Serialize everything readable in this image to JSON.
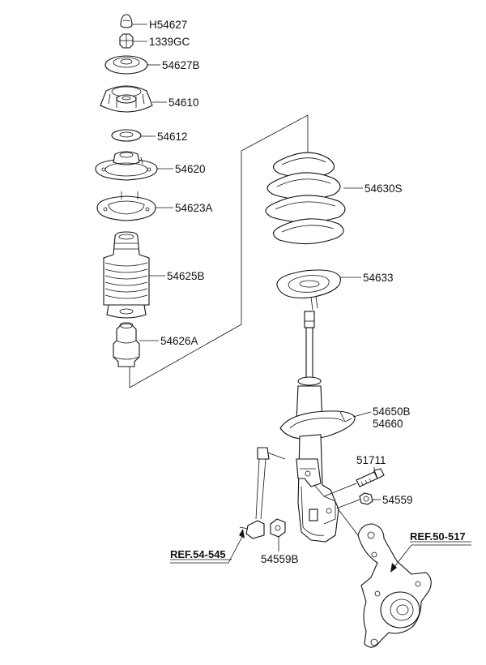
{
  "parts": [
    {
      "key": "p1",
      "label": "H54627"
    },
    {
      "key": "p2",
      "label": "1339GC"
    },
    {
      "key": "p3",
      "label": "54627B"
    },
    {
      "key": "p4",
      "label": "54610"
    },
    {
      "key": "p5",
      "label": "54612"
    },
    {
      "key": "p6",
      "label": "54620"
    },
    {
      "key": "p7",
      "label": "54623A"
    },
    {
      "key": "p8",
      "label": "54625B"
    },
    {
      "key": "p9",
      "label": "54626A"
    },
    {
      "key": "p10",
      "label": "54630S"
    },
    {
      "key": "p11",
      "label": "54633"
    },
    {
      "key": "p12",
      "label": "54650B"
    },
    {
      "key": "p13",
      "label": "54660"
    },
    {
      "key": "p14",
      "label": "51711"
    },
    {
      "key": "p15",
      "label": "54559"
    },
    {
      "key": "p16",
      "label": "54559B"
    }
  ],
  "references": [
    {
      "key": "r1",
      "label": "REF.54-545"
    },
    {
      "key": "r2",
      "label": "REF.50-517"
    }
  ]
}
